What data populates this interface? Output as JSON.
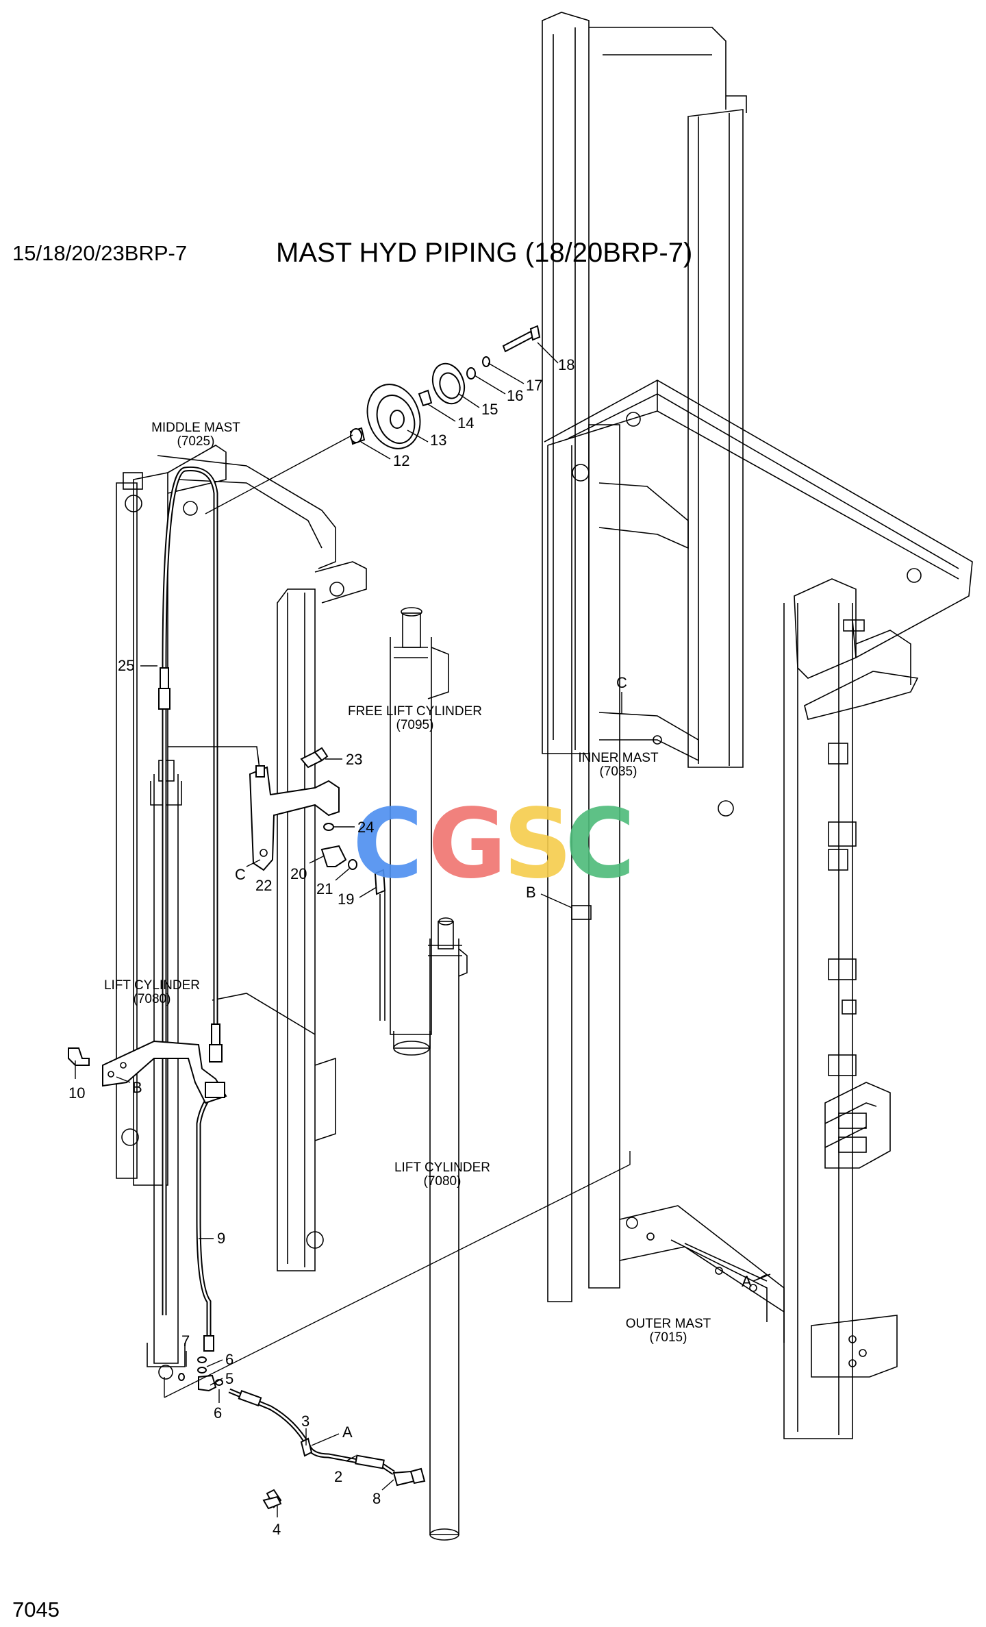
{
  "header": {
    "model": "15/18/20/23BRP-7",
    "title": "MAST HYD PIPING (18/20BRP-7)"
  },
  "page_number": "7045",
  "watermark": {
    "letters": [
      "C",
      "G",
      "S",
      "C"
    ],
    "colors": [
      "#4d8ff0",
      "#f07470",
      "#f6cd4c",
      "#4dbb7a"
    ]
  },
  "assemblies": {
    "middle_mast": {
      "name": "MIDDLE MAST",
      "ref": "(7025)"
    },
    "free_lift_cylinder": {
      "name": "FREE LIFT CYLINDER",
      "ref": "(7095)"
    },
    "inner_mast": {
      "name": "INNER MAST",
      "ref": "(7035)"
    },
    "lift_cylinder_left": {
      "name": "LIFT CYLINDER",
      "ref": "(7080)"
    },
    "lift_cylinder_center": {
      "name": "LIFT CYLINDER",
      "ref": "(7080)"
    },
    "outer_mast": {
      "name": "OUTER MAST",
      "ref": "(7015)"
    }
  },
  "callouts": {
    "p2": "2",
    "p3": "3",
    "p4": "4",
    "p5": "5",
    "p6a": "6",
    "p6b": "6",
    "p7": "7",
    "p8": "8",
    "p9": "9",
    "p10": "10",
    "p12": "12",
    "p13": "13",
    "p14": "14",
    "p15": "15",
    "p16": "16",
    "p17": "17",
    "p18": "18",
    "p19": "19",
    "p20": "20",
    "p21": "21",
    "p22": "22",
    "p23": "23",
    "p24": "24",
    "p25": "25"
  },
  "reference_letters": {
    "a_upper": "A",
    "a_lower": "A",
    "b_left": "B",
    "b_center": "B",
    "c_left": "C",
    "c_right": "C"
  }
}
